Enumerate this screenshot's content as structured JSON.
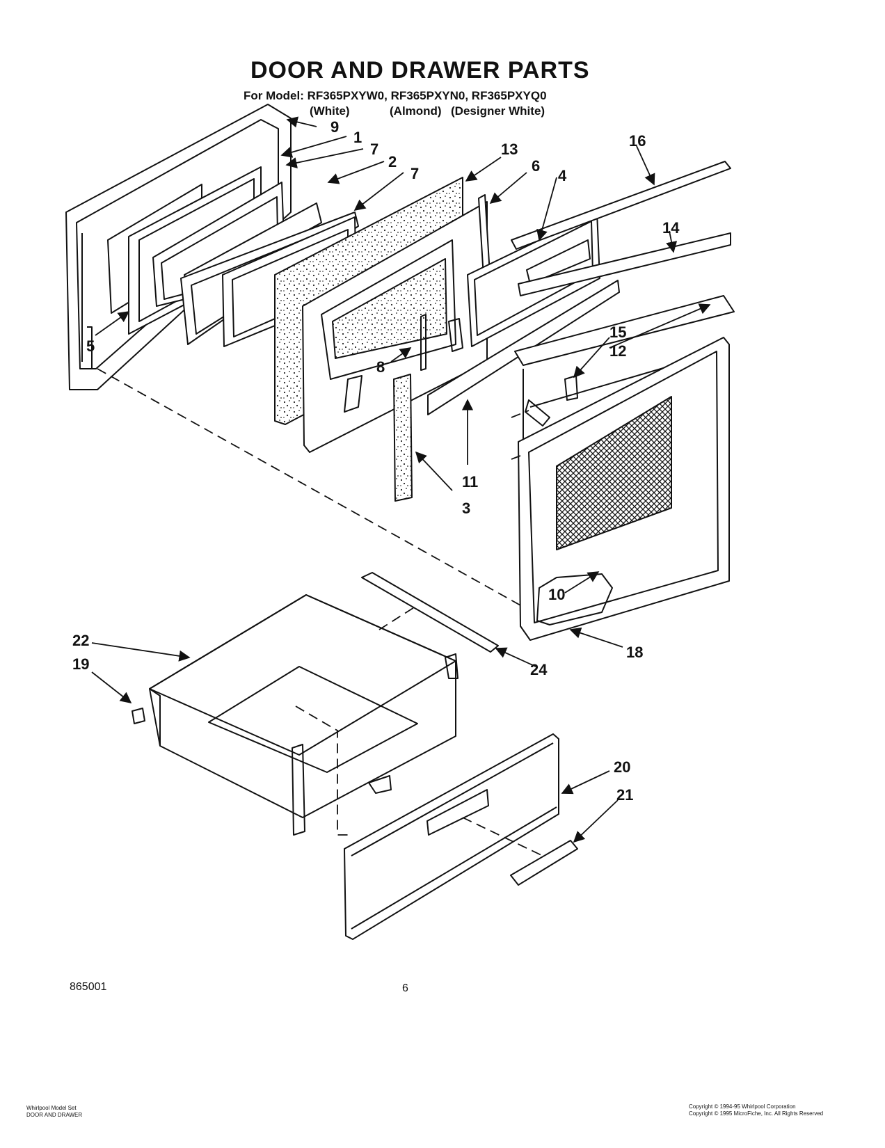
{
  "header": {
    "title": "DOOR AND DRAWER PARTS",
    "model_line": "For Model: RF365PXYW0, RF365PXYN0, RF365PXYQ0",
    "colors": [
      "(White)",
      "(Almond)",
      "(Designer White)"
    ]
  },
  "callouts": [
    "9",
    "1",
    "7",
    "2",
    "7",
    "13",
    "6",
    "4",
    "16",
    "14",
    "5",
    "8",
    "11",
    "3",
    "15",
    "12",
    "10",
    "18",
    "22",
    "19",
    "24",
    "20",
    "21"
  ],
  "footer": {
    "code": "865001",
    "page": "6",
    "left_small": [
      "Whirlpool Model Set",
      "DOOR AND DRAWER"
    ],
    "right_small": [
      "Copyright © 1994-95 Whirlpool Corporation",
      "Copyright © 1995 MicroFiche, Inc. All Rights Reserved"
    ]
  }
}
